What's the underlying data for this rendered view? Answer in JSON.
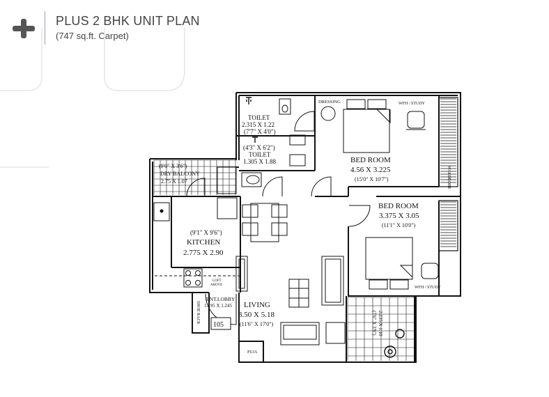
{
  "header": {
    "title": "PLUS 2 BHK UNIT PLAN",
    "subtitle": "(747 sq.ft. Carpet)",
    "logo_icon": "plus-logo-icon"
  },
  "rooms": {
    "toilet1": {
      "name": "TOILET",
      "metric": "2.315 X 1.22",
      "imperial": "(7'7\" X 4'0\")"
    },
    "toilet2": {
      "imperial": "(4'3\" X 6'2\")",
      "name": "TOILET",
      "metric": "1.305 X 1.88"
    },
    "dressing": {
      "name": "DRESSING"
    },
    "bedroom1": {
      "name": "BED ROOM",
      "metric": "4.56 X 3.225",
      "imperial": "(15'0\" X 10'7\")"
    },
    "whf_study1": {
      "name": "WFH / STUDY"
    },
    "wardrobe": {
      "name": "WARDROBE"
    },
    "bedroom2": {
      "name": "BED ROOM",
      "metric": "3.375 X 3.05",
      "imperial": "(11'1\" X 10'0\")"
    },
    "whf_study2": {
      "name": "WFH / STUDY"
    },
    "dry_balcony": {
      "imperial": "(9'0\" X 3'6\")",
      "name": "DRY BALCONY",
      "metric": "2.75 X 1.07"
    },
    "kitchen": {
      "imperial": "(9'1\" X 9'6\")",
      "name": "KITCHEN",
      "metric": "2.775 X 2.90"
    },
    "loft": {
      "line1": "LOFT",
      "line2": "ABOVE"
    },
    "ent_lobby": {
      "name": "ENT.LOBBY",
      "metric": "1.195 X 1.245"
    },
    "shoe_rack": {
      "name": "SHOE RACK"
    },
    "unit_no": {
      "value": "105"
    },
    "living": {
      "name": "LIVING",
      "metric": "3.50 X 5.18",
      "imperial": "(11'6\" X 17'0\")"
    },
    "puja": {
      "name": "PUJA"
    },
    "balcony": {
      "imperial": "(7'6\" X 3'9\")",
      "metric": "2.235 X 1.10"
    }
  },
  "colors": {
    "wall": "#111111",
    "text": "#111111",
    "header_text": "#444444",
    "logo": "#555555"
  }
}
